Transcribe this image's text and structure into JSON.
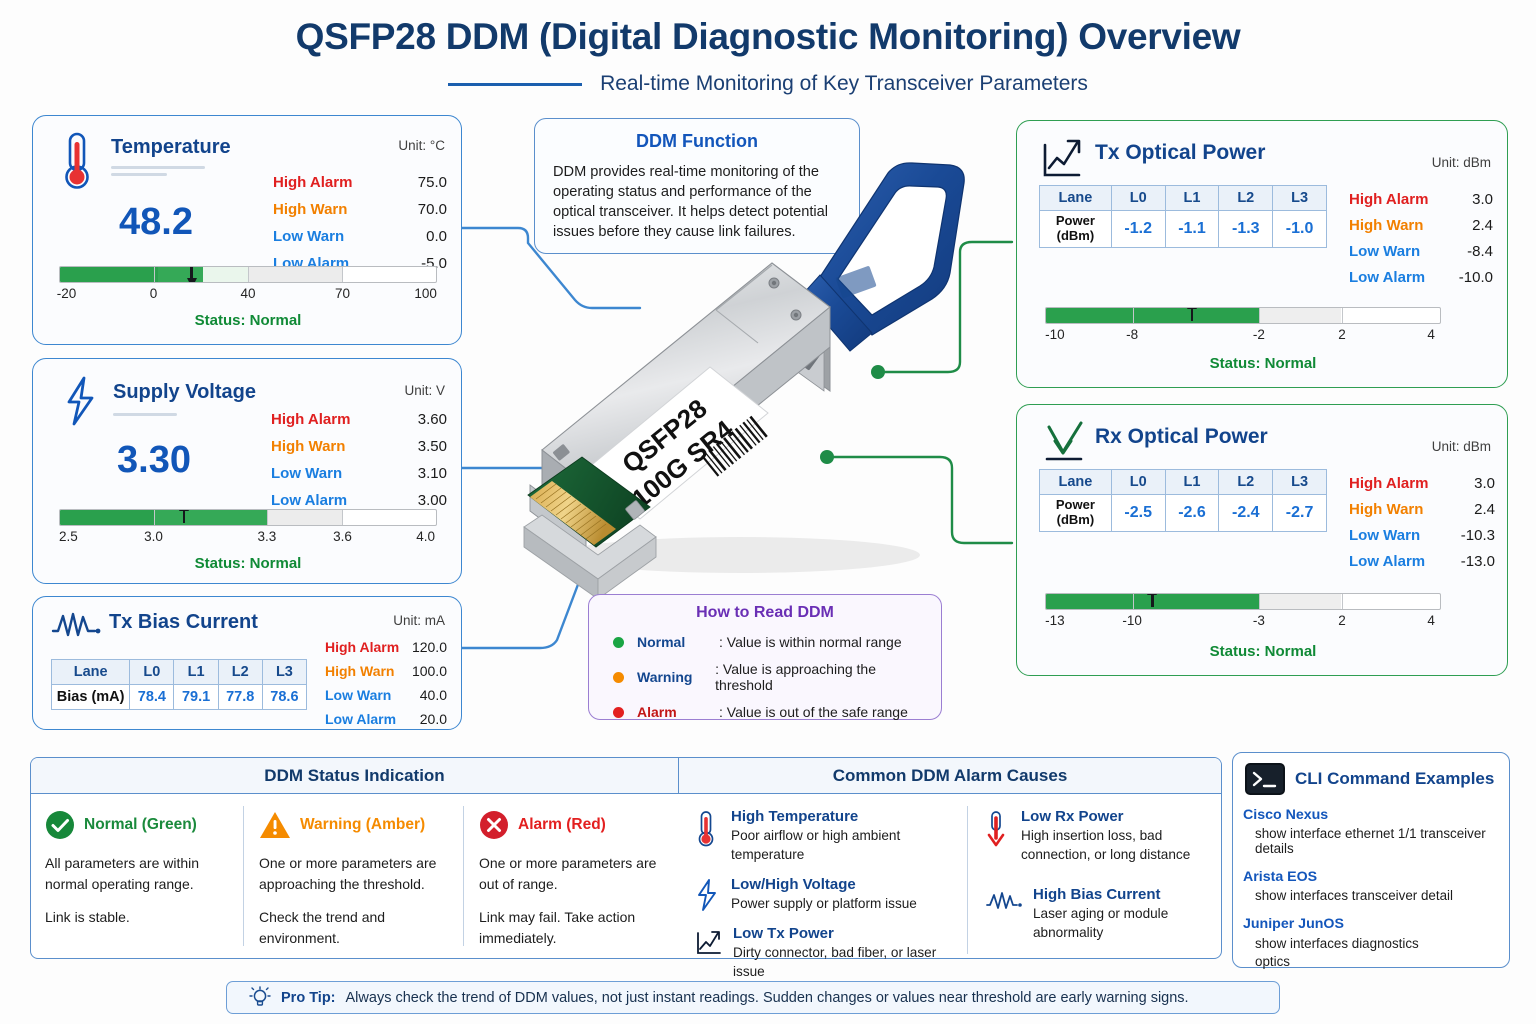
{
  "header": {
    "title": "QSFP28 DDM (Digital Diagnostic Monitoring) Overview",
    "subtitle": "Real-time Monitoring of Key Transceiver Parameters"
  },
  "colors": {
    "accent_blue": "#12448c",
    "link_blue": "#3d87d0",
    "green": "#2f9e52",
    "alarm_red": "#e02020",
    "warn_amber": "#f28000",
    "purple": "#6a2fb5"
  },
  "temperature": {
    "title": "Temperature",
    "icon": "thermometer-icon",
    "unit": "Unit: °C",
    "value": "48.2",
    "thresholds": [
      {
        "label": "High Alarm",
        "value": "75.0",
        "kind": "alarm"
      },
      {
        "label": "High Warn",
        "value": "70.0",
        "kind": "warn"
      },
      {
        "label": "Low Warn",
        "value": "0.0",
        "kind": "low"
      },
      {
        "label": "Low Alarm",
        "value": "-5.0",
        "kind": "low"
      }
    ],
    "ticks": [
      "-20",
      "0",
      "40",
      "70",
      "100"
    ],
    "status": "Status: Normal"
  },
  "voltage": {
    "title": "Supply Voltage",
    "icon": "bolt-icon",
    "unit": "Unit: V",
    "value": "3.30",
    "thresholds": [
      {
        "label": "High Alarm",
        "value": "3.60",
        "kind": "alarm"
      },
      {
        "label": "High Warn",
        "value": "3.50",
        "kind": "warn"
      },
      {
        "label": "Low Warn",
        "value": "3.10",
        "kind": "low"
      },
      {
        "label": "Low Alarm",
        "value": "3.00",
        "kind": "low"
      }
    ],
    "ticks": [
      "2.5",
      "3.0",
      "3.3",
      "3.6",
      "4.0"
    ],
    "status": "Status: Normal"
  },
  "bias": {
    "title": "Tx Bias Current",
    "icon": "waveform-icon",
    "unit": "Unit: mA",
    "table": {
      "headers": [
        "Lane",
        "L0",
        "L1",
        "L2",
        "L3"
      ],
      "row_label": "Bias (mA)",
      "values": [
        "78.4",
        "79.1",
        "77.8",
        "78.6"
      ]
    },
    "thresholds": [
      {
        "label": "High Alarm",
        "value": "120.0",
        "kind": "alarm"
      },
      {
        "label": "High Warn",
        "value": "100.0",
        "kind": "warn"
      },
      {
        "label": "Low Warn",
        "value": "40.0",
        "kind": "low"
      },
      {
        "label": "Low Alarm",
        "value": "20.0",
        "kind": "low"
      }
    ]
  },
  "tx_power": {
    "title": "Tx Optical Power",
    "icon": "trend-up-arrow-icon",
    "unit": "Unit: dBm",
    "table": {
      "headers": [
        "Lane",
        "L0",
        "L1",
        "L2",
        "L3"
      ],
      "row_label": "Power (dBm)",
      "values": [
        "-1.2",
        "-1.1",
        "-1.3",
        "-1.0"
      ]
    },
    "thresholds": [
      {
        "label": "High Alarm",
        "value": "3.0",
        "kind": "alarm"
      },
      {
        "label": "High Warn",
        "value": "2.4",
        "kind": "warn"
      },
      {
        "label": "Low Warn",
        "value": "-8.4",
        "kind": "low"
      },
      {
        "label": "Low Alarm",
        "value": "-10.0",
        "kind": "low"
      }
    ],
    "ticks": [
      "-10",
      "-8",
      "-2",
      "2",
      "4"
    ],
    "status": "Status: Normal"
  },
  "rx_power": {
    "title": "Rx Optical Power",
    "icon": "down-arrow-icon",
    "unit": "Unit: dBm",
    "table": {
      "headers": [
        "Lane",
        "L0",
        "L1",
        "L2",
        "L3"
      ],
      "row_label": "Power (dBm)",
      "values": [
        "-2.5",
        "-2.6",
        "-2.4",
        "-2.7"
      ]
    },
    "thresholds": [
      {
        "label": "High Alarm",
        "value": "3.0",
        "kind": "alarm"
      },
      {
        "label": "High Warn",
        "value": "2.4",
        "kind": "warn"
      },
      {
        "label": "Low Warn",
        "value": "-10.3",
        "kind": "low"
      },
      {
        "label": "Low Alarm",
        "value": "-13.0",
        "kind": "low"
      }
    ],
    "ticks": [
      "-13",
      "-10",
      "-3",
      "2",
      "4"
    ],
    "status": "Status: Normal"
  },
  "ddm_function": {
    "title": "DDM Function",
    "body": "DDM provides real-time monitoring of the operating status and performance of the optical transceiver. It helps detect potential issues before they cause link failures."
  },
  "module": {
    "label_line1": "QSFP28",
    "label_line2": "100G SR4"
  },
  "how_to_read": {
    "title": "How to Read DDM",
    "rows": [
      {
        "name": "Normal",
        "desc": ": Value is within normal range",
        "color": "#1aa544"
      },
      {
        "name": "Warning",
        "desc": ": Value is approaching the threshold",
        "color": "#f58b00"
      },
      {
        "name": "Alarm",
        "desc": ": Value is out of the safe range",
        "color": "#e32020"
      }
    ]
  },
  "status_panel": {
    "title": "DDM Status Indication",
    "items": [
      {
        "icon": "check-circle-icon",
        "name": "Normal (Green)",
        "color": "#1a8a3c",
        "line1": "All parameters are within normal operating range.",
        "line2": "Link is stable."
      },
      {
        "icon": "warning-triangle-icon",
        "name": "Warning (Amber)",
        "color": "#f58b00",
        "line1": "One or more parameters are approaching the threshold.",
        "line2": "Check the trend and environment."
      },
      {
        "icon": "x-circle-icon",
        "name": "Alarm (Red)",
        "color": "#e32020",
        "line1": "One or more parameters are out of range.",
        "line2": "Link may fail. Take action immediately."
      }
    ]
  },
  "causes_panel": {
    "title": "Common DDM Alarm Causes",
    "left": [
      {
        "icon": "thermometer-icon",
        "title": "High Temperature",
        "desc": "Poor airflow or high ambient temperature"
      },
      {
        "icon": "bolt-icon",
        "title": "Low/High Voltage",
        "desc": "Power supply or platform issue"
      },
      {
        "icon": "trend-up-arrow-icon",
        "title": "Low Tx Power",
        "desc": "Dirty connector, bad fiber, or laser issue"
      }
    ],
    "right": [
      {
        "icon": "down-arrow-icon",
        "title": "Low Rx Power",
        "desc": "High insertion loss, bad connection, or long distance"
      },
      {
        "icon": "waveform-icon",
        "title": "High Bias Current",
        "desc": "Laser aging or module abnormality"
      }
    ]
  },
  "cli_panel": {
    "title": "CLI Command Examples",
    "icon": "terminal-icon",
    "entries": [
      {
        "os": "Cisco Nexus",
        "cmd": "show interface ethernet 1/1 transceiver details"
      },
      {
        "os": "Arista EOS",
        "cmd": "show interfaces transceiver detail"
      },
      {
        "os": "Juniper JunOS",
        "cmd": "show interfaces diagnostics optics"
      }
    ]
  },
  "pro_tip": {
    "icon": "lightbulb-icon",
    "label": "Pro Tip:",
    "text": "Always check the trend of DDM values, not just instant readings. Sudden changes or values near threshold are early warning signs."
  }
}
